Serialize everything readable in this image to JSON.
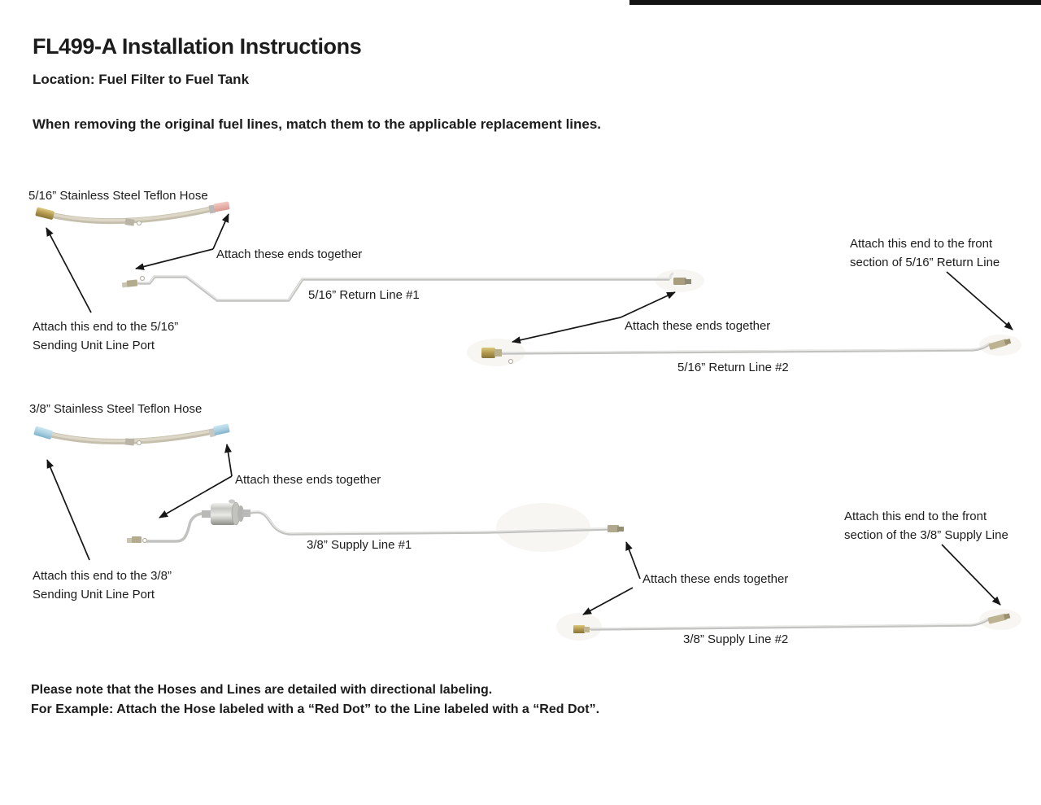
{
  "colors": {
    "text": "#1c1c1c",
    "arrow": "#161616",
    "tube": "#c2c2c0",
    "hose": "#c6bfae",
    "brass": "#b3984f",
    "pink_fitting": "#e9b3ab",
    "blue_fitting": "#a9cede",
    "filter_silver": "#c9c9c7",
    "top_bar": "#141414"
  },
  "header": {
    "title": "FL499-A Installation Instructions",
    "location": "Location: Fuel Filter to Fuel Tank",
    "intro": "When removing the original fuel lines, match them to the applicable replacement lines."
  },
  "diagram": {
    "section_516": {
      "hose_label": "5/16” Stainless Steel Teflon Hose",
      "attach_left": "Attach these ends together",
      "attach_right": "Attach these ends together",
      "return_line1_label": "5/16” Return Line #1",
      "return_line2_label": "5/16” Return Line #2",
      "sending_unit_note_line1": "Attach this end to the 5/16”",
      "sending_unit_note_line2": "Sending Unit Line Port",
      "front_note_line1": "Attach this end to the front",
      "front_note_line2": "section of 5/16” Return Line"
    },
    "section_38": {
      "hose_label": "3/8” Stainless Steel Teflon Hose",
      "attach_left": "Attach these ends together",
      "attach_right": "Attach these ends together",
      "supply_line1_label": "3/8” Supply Line #1",
      "supply_line2_label": "3/8” Supply Line #2",
      "sending_unit_note_line1": "Attach this end to the 3/8”",
      "sending_unit_note_line2": "Sending Unit Line Port",
      "front_note_line1": "Attach this end to the front",
      "front_note_line2": "section of the 3/8” Supply Line"
    }
  },
  "footer": {
    "note_line1": "Please note that the Hoses and Lines are detailed with directional labeling.",
    "note_line2": "For Example: Attach the Hose labeled with a “Red Dot” to the Line labeled with a “Red Dot”."
  }
}
